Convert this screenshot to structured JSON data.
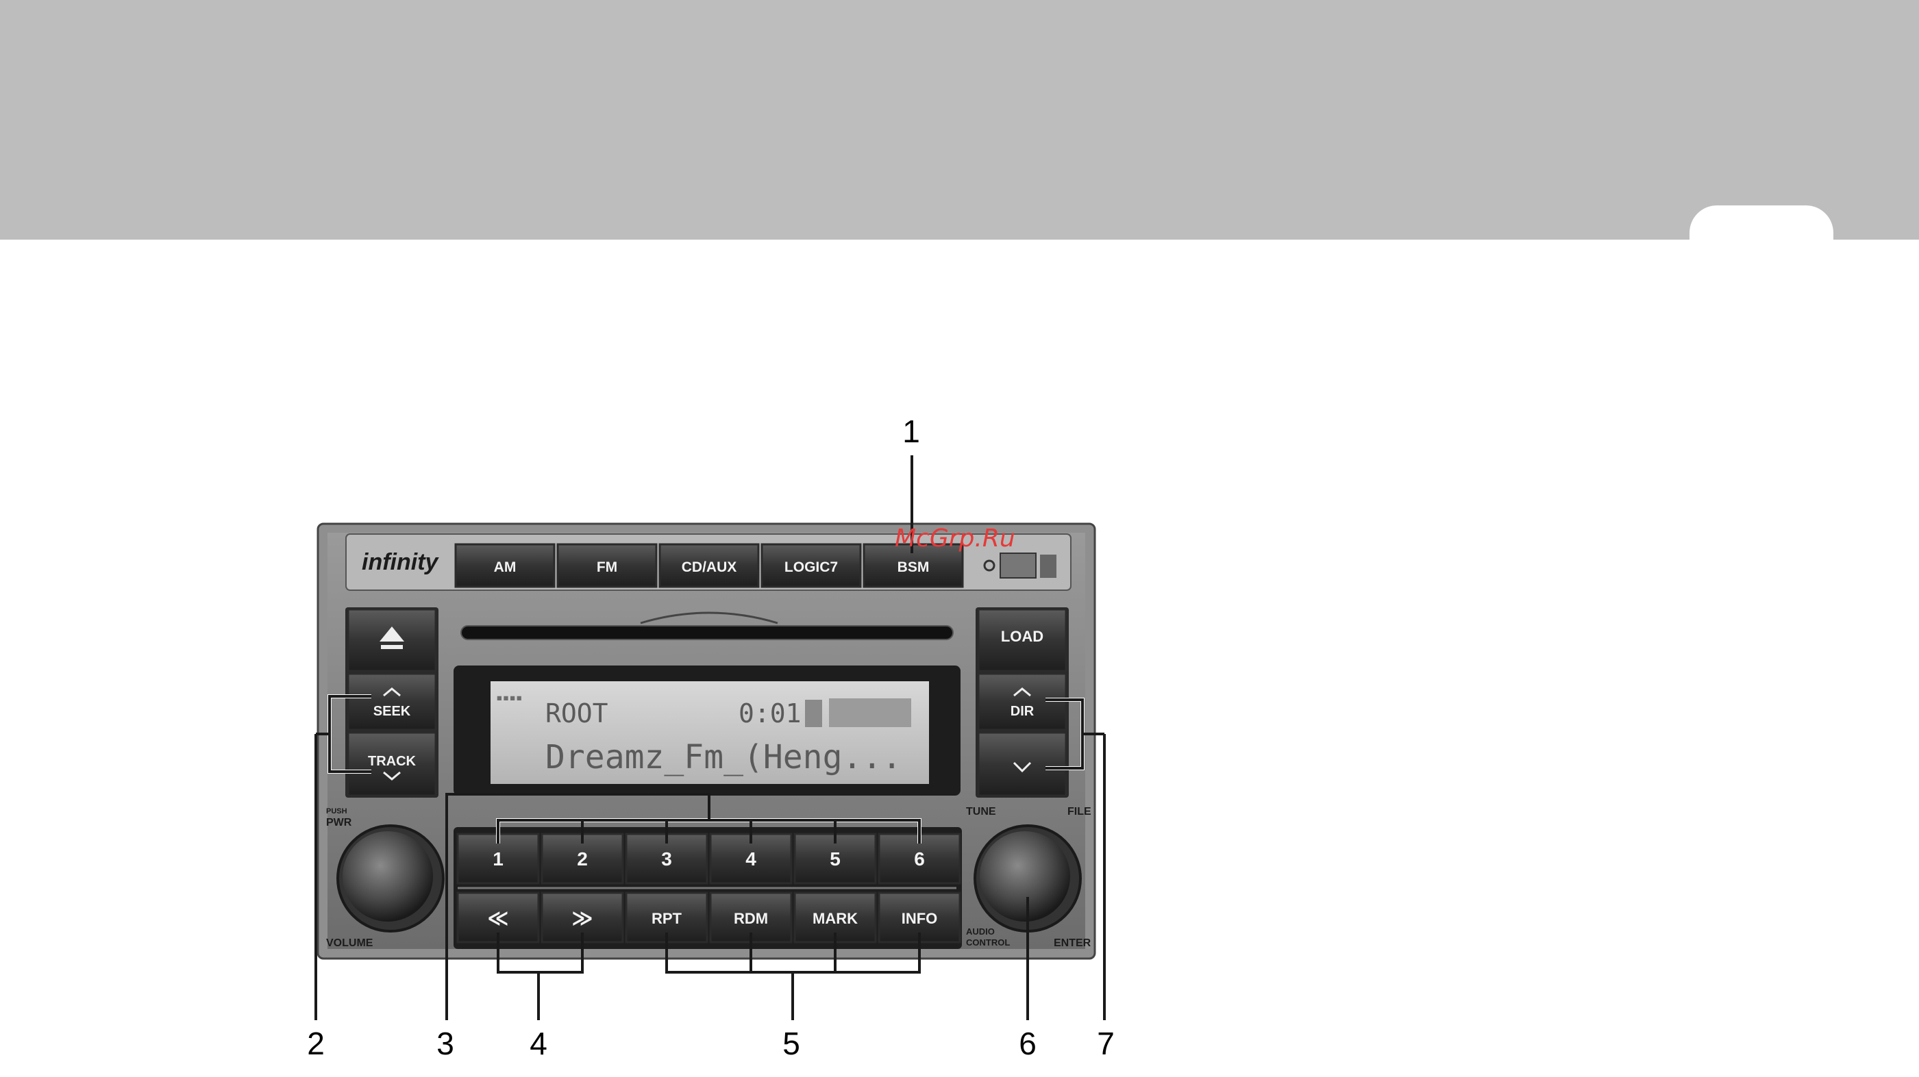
{
  "watermark": "McGrp.Ru",
  "radio": {
    "brand": "infinity",
    "top_buttons": [
      "AM",
      "FM",
      "CD/AUX",
      "LOGIC7",
      "BSM"
    ],
    "load_label": "LOAD",
    "seek_label": "SEEK",
    "track_label": "TRACK",
    "dir_label": "DIR",
    "tune_label": "TUNE",
    "file_label": "FILE",
    "push_label": "PUSH",
    "pwr_label": "PWR",
    "volume_label": "VOLUME",
    "audio_label": "AUDIO",
    "control_label": "CONTROL",
    "enter_label": "ENTER",
    "preset_buttons": [
      "1",
      "2",
      "3",
      "4",
      "5",
      "6"
    ],
    "bottom_buttons": [
      "≪",
      "≫",
      "RPT",
      "RDM",
      "MARK",
      "INFO"
    ],
    "display": {
      "folder": "ROOT",
      "time": "0:01",
      "track_text": "Dreamz_Fm_(Heng..."
    }
  },
  "callouts": [
    "1",
    "2",
    "3",
    "4",
    "5",
    "6",
    "7"
  ]
}
